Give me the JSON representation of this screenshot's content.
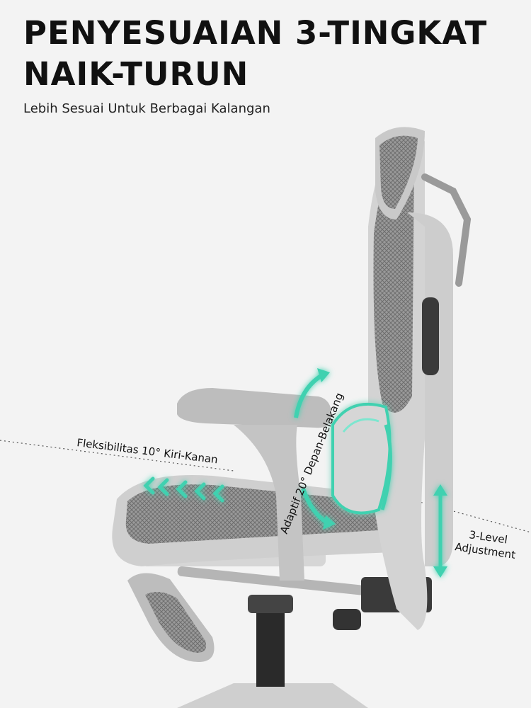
{
  "header": {
    "title_line1": "PENYESUAIAN 3-TINGKAT",
    "title_line2": "NAIK-TURUN",
    "subtitle": "Lebih Sesuai Untuk Berbagai Kalangan"
  },
  "callouts": {
    "flex": "Fleksibilitas 10° Kiri-Kanan",
    "tilt": "Adaptif 20° Depan-Belakang",
    "height_line1": "3-Level",
    "height_line2": "Adjustment"
  },
  "colors": {
    "background": "#f3f3f3",
    "frame": "#c9c9c9",
    "mesh": "#8a8a8a",
    "accent": "#3fd1b0"
  },
  "icons": [
    "chevron-arrows-icon",
    "curved-arrow-up-icon",
    "curved-arrow-down-icon",
    "double-arrow-vertical-icon"
  ]
}
